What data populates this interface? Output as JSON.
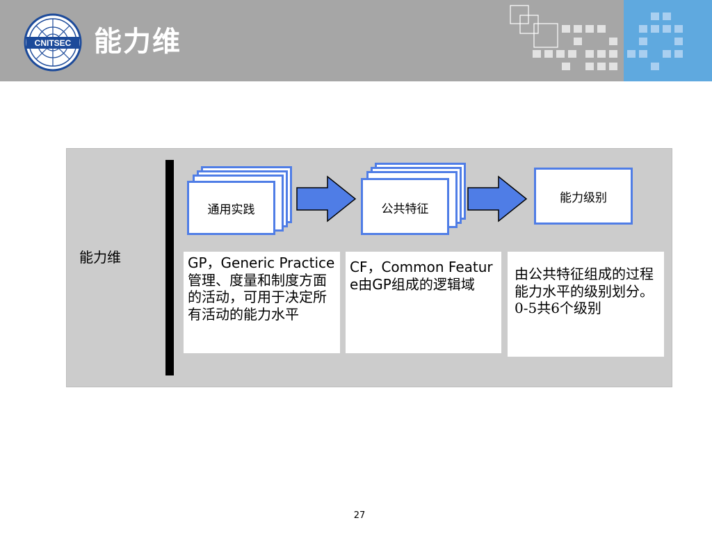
{
  "header": {
    "title": "能力维",
    "logo_text": "CNITSEC",
    "colors": {
      "bar": "#a6a6a6",
      "accent": "#5fa9df"
    }
  },
  "diagram": {
    "side_label": "能力维",
    "nodes": [
      {
        "label": "通用实践"
      },
      {
        "label": "公共特征"
      },
      {
        "label": "能力级别"
      }
    ],
    "descriptions": [
      {
        "text": "GP，Generic Practice 管理、度量和制度方面的活动，可用于决定所有活动的能力水平"
      },
      {
        "text": "CF，Common Feature由GP组成的逻辑域"
      },
      {
        "text": "由公共特征组成的过程能力水平的级别划分。0-5共6个级别"
      }
    ],
    "colors": {
      "node_border": "#4f7de6",
      "arrow_fill": "#4f7de6",
      "panel": "#cccccc"
    }
  },
  "footer": {
    "page_number": "27"
  }
}
